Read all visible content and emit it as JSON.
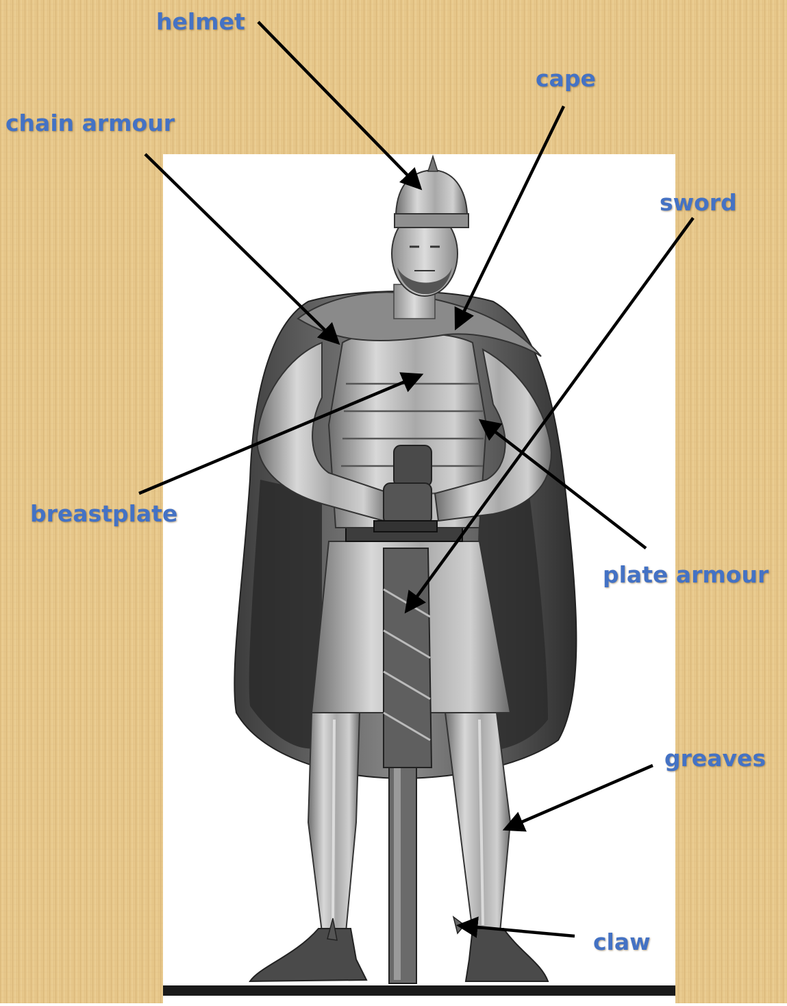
{
  "diagram": {
    "colors": {
      "label": "#4472c4",
      "arrow": "#000000",
      "background": "#e8c98c",
      "panel": "#ffffff"
    },
    "labels": {
      "helmet": "helmet",
      "cape": "cape",
      "chain_armour": "chain armour",
      "sword": "sword",
      "breastplate": "breastplate",
      "plate_armour": "plate armour",
      "greaves": "greaves",
      "claw": "claw"
    }
  }
}
